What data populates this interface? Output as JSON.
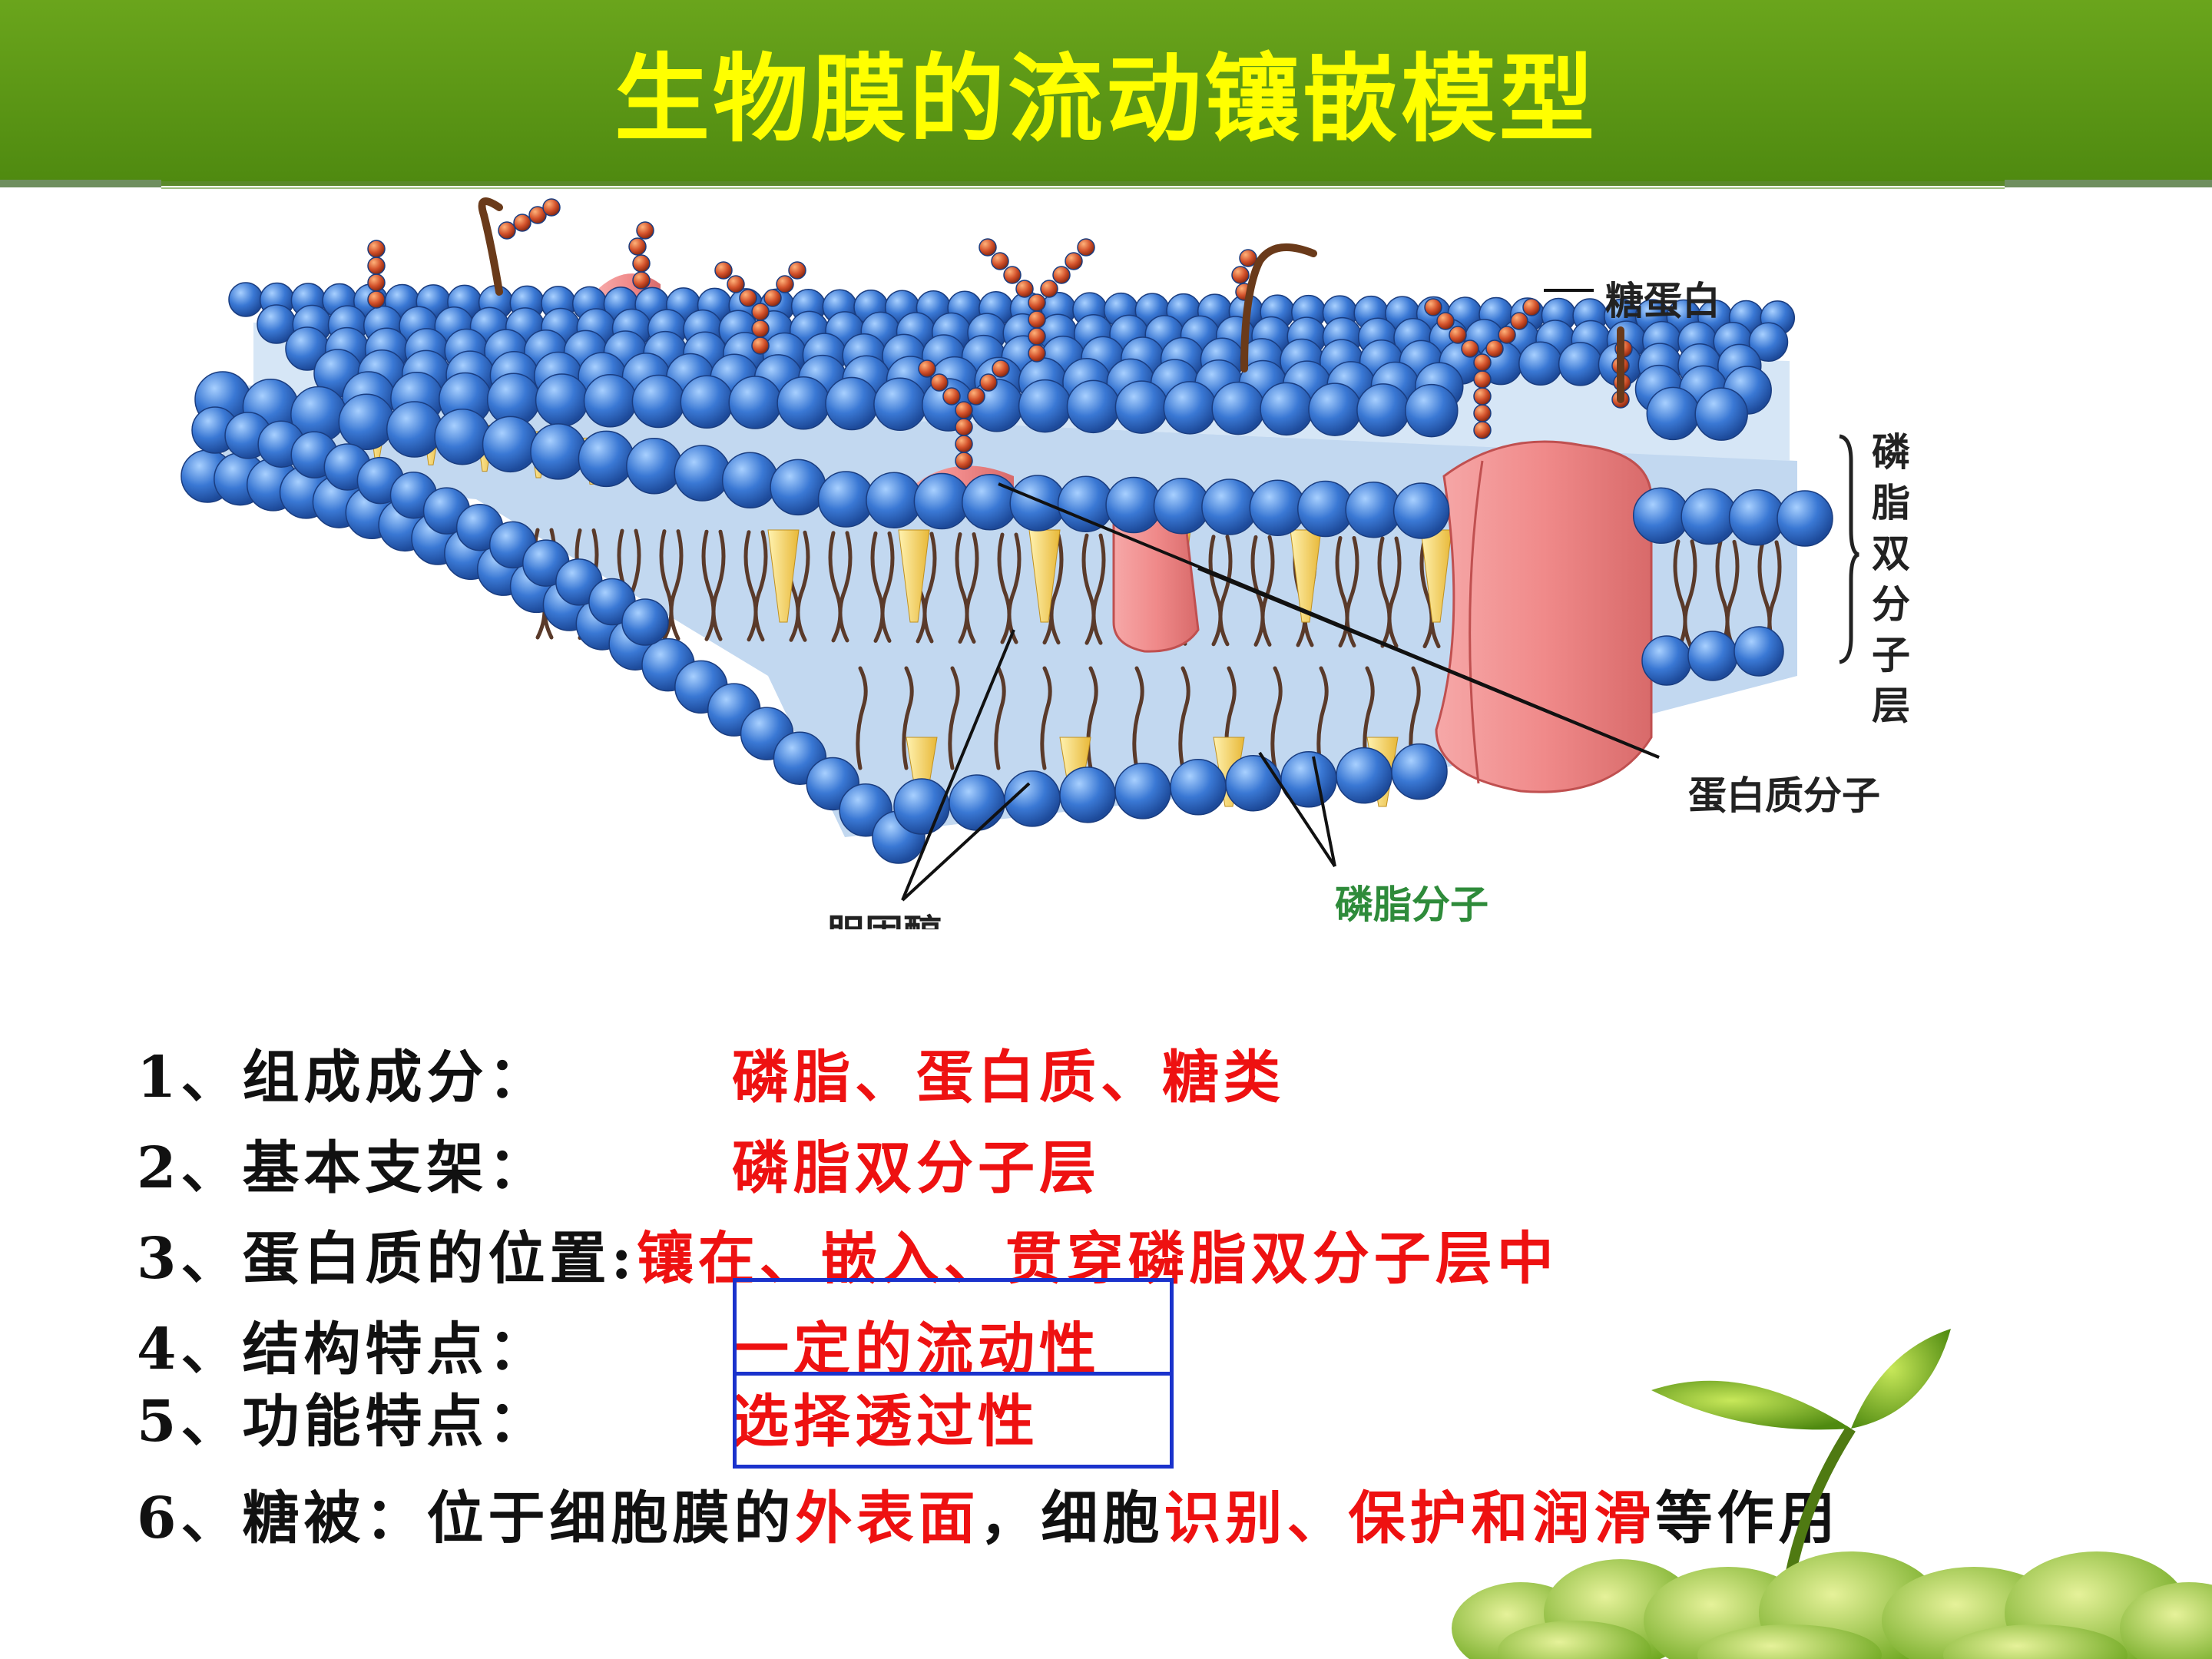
{
  "title": "生物膜的流动镶嵌模型",
  "diagram": {
    "labels": {
      "glycoprotein": "糖蛋白",
      "bilayer": "磷脂双分子层",
      "protein": "蛋白质分子",
      "phospholipid": "磷脂分子",
      "cholesterol": "胆固醇"
    },
    "colors": {
      "head": "#3a78d4",
      "tail": "#5a3a2a",
      "protein": "#f08a8a",
      "sugar": "#d2502a",
      "cholesterol": "#f6d060"
    }
  },
  "points": [
    {
      "label": "1、组成成分：",
      "answer": "磷脂、蛋白质、糖类"
    },
    {
      "label": "2、基本支架：",
      "answer": "磷脂双分子层"
    },
    {
      "label": "3、蛋白质的位置:",
      "answer": "镶在、嵌入、贯穿磷脂双分子层中"
    },
    {
      "label": "4、结构特点：",
      "answer": "一定的流动性"
    },
    {
      "label": "5、功能特点：",
      "answer": "选择透过性"
    },
    {
      "label": "6、糖被：",
      "parts": [
        "位于细胞膜的",
        "外表面",
        "，细胞",
        "识别、保护和润滑",
        "等作用"
      ]
    }
  ],
  "colors": {
    "title_bar": "#5a9618",
    "title_text": "#ffff00",
    "answer": "#ee1111",
    "highlight_box": "#1a32cc"
  }
}
